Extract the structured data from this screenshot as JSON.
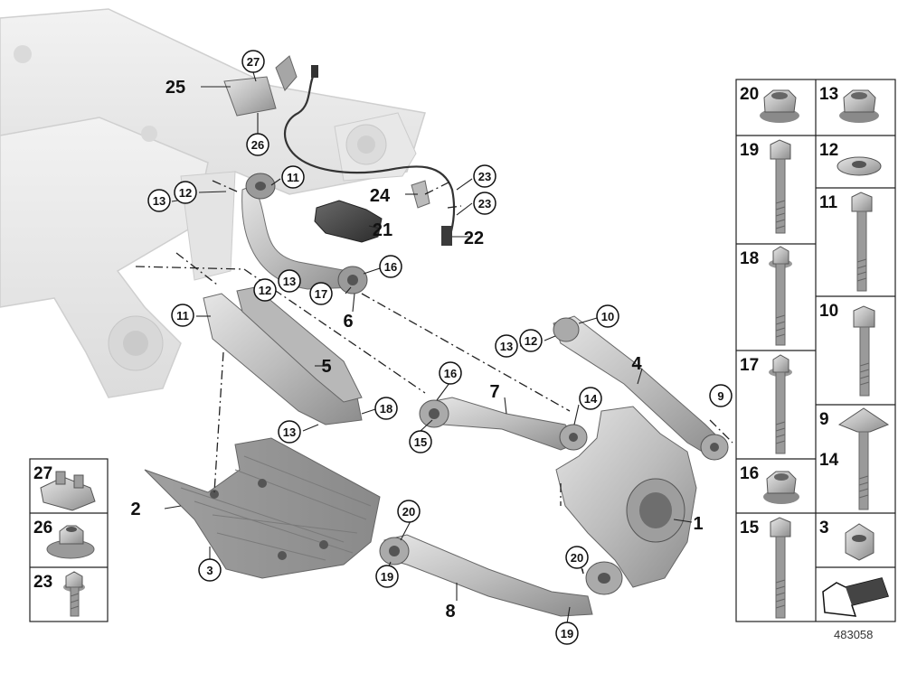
{
  "diagram": {
    "reference_number": "483058",
    "callouts_plain": [
      {
        "id": "c1",
        "label": "1"
      },
      {
        "id": "c2",
        "label": "2"
      },
      {
        "id": "c4",
        "label": "4"
      },
      {
        "id": "c5",
        "label": "5"
      },
      {
        "id": "c6",
        "label": "6"
      },
      {
        "id": "c7",
        "label": "7"
      },
      {
        "id": "c8",
        "label": "8"
      },
      {
        "id": "c21",
        "label": "21"
      },
      {
        "id": "c22",
        "label": "22"
      },
      {
        "id": "c24",
        "label": "24"
      },
      {
        "id": "c25",
        "label": "25"
      }
    ],
    "callouts_circled": [
      {
        "id": "k27",
        "label": "27"
      },
      {
        "id": "k26",
        "label": "26"
      },
      {
        "id": "k11a",
        "label": "11"
      },
      {
        "id": "k12a",
        "label": "12"
      },
      {
        "id": "k13a",
        "label": "13"
      },
      {
        "id": "k23a",
        "label": "23"
      },
      {
        "id": "k23b",
        "label": "23"
      },
      {
        "id": "k16a",
        "label": "16"
      },
      {
        "id": "k17",
        "label": "17"
      },
      {
        "id": "k13b",
        "label": "13"
      },
      {
        "id": "k11b",
        "label": "11"
      },
      {
        "id": "k12b",
        "label": "12"
      },
      {
        "id": "k10",
        "label": "10"
      },
      {
        "id": "k12c",
        "label": "12"
      },
      {
        "id": "k13c",
        "label": "13"
      },
      {
        "id": "k16b",
        "label": "16"
      },
      {
        "id": "k14",
        "label": "14"
      },
      {
        "id": "k9",
        "label": "9"
      },
      {
        "id": "k18",
        "label": "18"
      },
      {
        "id": "k13d",
        "label": "13"
      },
      {
        "id": "k15",
        "label": "15"
      },
      {
        "id": "k20a",
        "label": "20"
      },
      {
        "id": "k19a",
        "label": "19"
      },
      {
        "id": "k20b",
        "label": "20"
      },
      {
        "id": "k19b",
        "label": "19"
      },
      {
        "id": "k3",
        "label": "3"
      }
    ]
  },
  "parts_table_right": [
    {
      "left": "20",
      "right": "13"
    },
    {
      "left": "19",
      "right": "12"
    },
    {
      "left": "",
      "right": "11"
    },
    {
      "left": "18",
      "right": ""
    },
    {
      "left": "",
      "right": "10"
    },
    {
      "left": "17",
      "right": ""
    },
    {
      "left": "",
      "right": "9"
    },
    {
      "left": "",
      "right": "14"
    },
    {
      "left": "16",
      "right": ""
    },
    {
      "left": "15",
      "right": "3"
    }
  ],
  "parts_table_left": [
    {
      "label": "27"
    },
    {
      "label": "26"
    },
    {
      "label": "23"
    }
  ]
}
